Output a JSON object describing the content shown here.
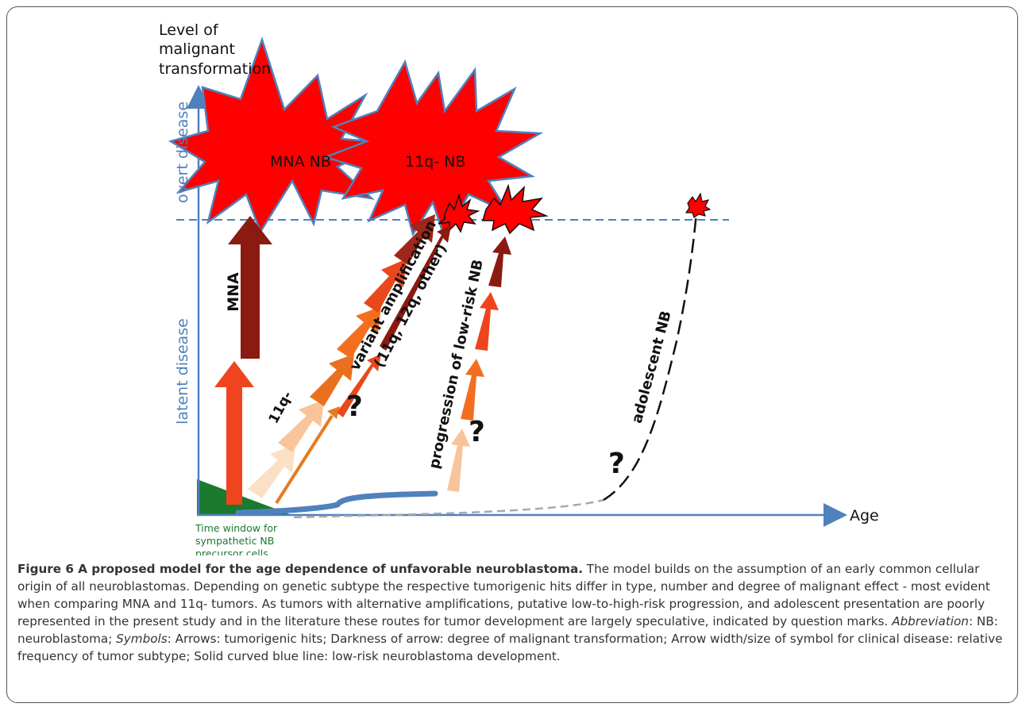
{
  "figure": {
    "y_axis_title": [
      "Level of",
      "malignant",
      "transformation"
    ],
    "y_band_top": "overt disease",
    "y_band_bottom": "latent disease",
    "x_axis_label": "Age",
    "time_window_label": [
      "Time window for",
      "sympathetic NB",
      "precursor cells"
    ],
    "star_mna": "MNA NB",
    "star_11q": "11q- NB",
    "label_mna": "MNA",
    "label_11q": "11q-",
    "label_variant": [
      "variant amplification",
      "(11q, 12q, other)"
    ],
    "label_progression": "progression of low-risk NB",
    "label_adolescent": "adolescent NB",
    "question_mark": "?",
    "colors": {
      "axis_blue": "#4f81bd",
      "star_red": "#ff0000",
      "green_window": "#1a7a2e",
      "dark_red": "#8b1a10",
      "orange": "#f36f1f",
      "pale_peach": "#f7c9a6"
    }
  },
  "caption": {
    "title": "Figure 6 A proposed model for the age dependence of unfavorable neuroblastoma.",
    "text": " The model builds on the assumption of an early common cellular origin of all neuroblastomas. Depending on genetic subtype the respective tumorigenic hits differ in type, number and degree of malignant effect - most evident when comparing MNA and 11q- tumors. As tumors with alternative amplifications, putative low-to-high-risk progression, and adolescent presentation are poorly represented in the present study and in the literature these routes for tumor development are largely speculative, indicated by question marks. ",
    "abbrev_label": "Abbreviation",
    "abbrev_text": ": NB: neuroblastoma; ",
    "symbols_label": "Symbols",
    "symbols_text": ": Arrows: tumorigenic hits; Darkness of arrow: degree of malignant transformation; Arrow width/size of symbol for clinical disease: relative frequency of tumor subtype; Solid curved blue line: low-risk neuroblastoma development."
  }
}
